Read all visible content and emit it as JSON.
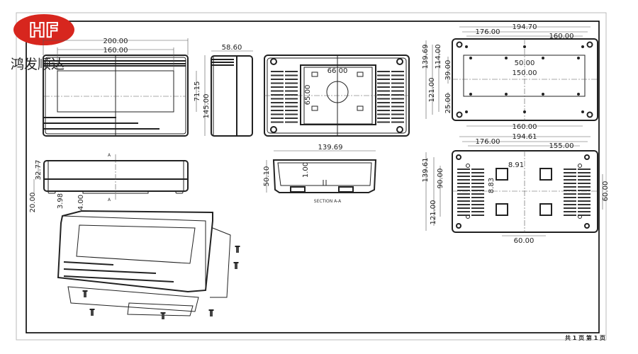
{
  "logo": {
    "text": "HF",
    "color": "#d7261e"
  },
  "brand_name": "鸿发顺达",
  "footer": "共 1 页  第 1 页",
  "front_view": {
    "width_outer": "200.00",
    "width_window": "160.00",
    "height_window": "71.15",
    "height_outer": "145.00"
  },
  "side_view": {
    "depth": "58.60"
  },
  "bottom_elevation": {
    "height": "32.77",
    "base": "20.00",
    "foot_a": "3.98",
    "foot_b": "4.00",
    "section_mark": "A"
  },
  "back_view": {
    "mount_x": "66.00",
    "mount_y": "65.00"
  },
  "section": {
    "width": "139.69",
    "height": "50.10",
    "wall": "1.00",
    "label": "SECTION A-A"
  },
  "top_right_view": {
    "w1": "194.70",
    "w2": "176.00",
    "w3": "160.00",
    "hole_pitch": "50.00",
    "hole_span": "150.00",
    "bottom_span": "160.00",
    "h1": "139.69",
    "h2": "121.00",
    "h3": "114.00",
    "h4": "39.00",
    "h5": "25.00"
  },
  "bottom_right_view": {
    "w1": "194.61",
    "w2": "176.00",
    "w3": "155.00",
    "boss_w": "8.91",
    "boss_h": "8.83",
    "h1": "139.61",
    "h2": "121.00",
    "h3": "90.00",
    "boss_pitch_y": "60.00",
    "boss_pitch_x": "60.00"
  },
  "colors": {
    "line": "#222222",
    "frame": "#000000",
    "logo_red": "#d7261e"
  }
}
